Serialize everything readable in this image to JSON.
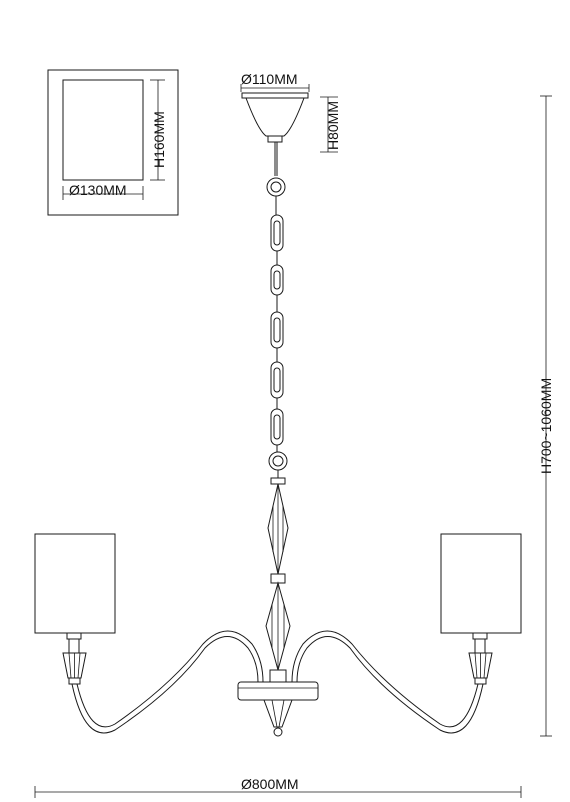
{
  "inset": {
    "shade_height": "H160MM",
    "shade_diameter": "Ø130MM"
  },
  "canopy": {
    "diameter": "Ø110MM",
    "height": "H80MM"
  },
  "fixture": {
    "overall_height": "H700~1060MM",
    "overall_diameter": "Ø800MM"
  },
  "colors": {
    "line": "#1a1a1a",
    "background": "#ffffff"
  }
}
